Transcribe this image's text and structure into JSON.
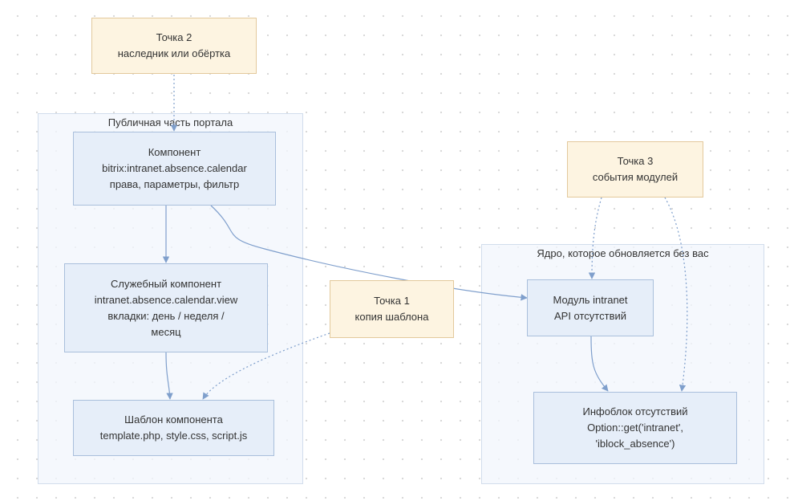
{
  "groups": {
    "public": {
      "label": "Публичная часть портала"
    },
    "core": {
      "label": "Ядро, которое обновляется без вас"
    }
  },
  "nodes": {
    "point2": {
      "lines": [
        "Точка 2",
        "наследник или обёртка"
      ]
    },
    "component": {
      "lines": [
        "Компонент",
        "bitrix:intranet.absence.calendar",
        "права, параметры, фильтр"
      ]
    },
    "service": {
      "lines": [
        "Служебный компонент",
        "intranet.absence.calendar.view",
        "вкладки: день / неделя /",
        "месяц"
      ]
    },
    "template": {
      "lines": [
        "Шаблон компонента",
        "template.php, style.css, script.js"
      ]
    },
    "point1": {
      "lines": [
        "Точка 1",
        "копия шаблона"
      ]
    },
    "point3": {
      "lines": [
        "Точка 3",
        "события модулей"
      ]
    },
    "module": {
      "lines": [
        "Модуль intranet",
        "API отсутствий"
      ]
    },
    "iblock": {
      "lines": [
        "Инфоблок отсутствий",
        "Option::get('intranet',",
        "'iblock_absence')"
      ]
    }
  },
  "colors": {
    "edge": "#7f9fcc",
    "node_blue_fill": "#e6eef9",
    "node_yellow_fill": "#fdf4e1"
  }
}
